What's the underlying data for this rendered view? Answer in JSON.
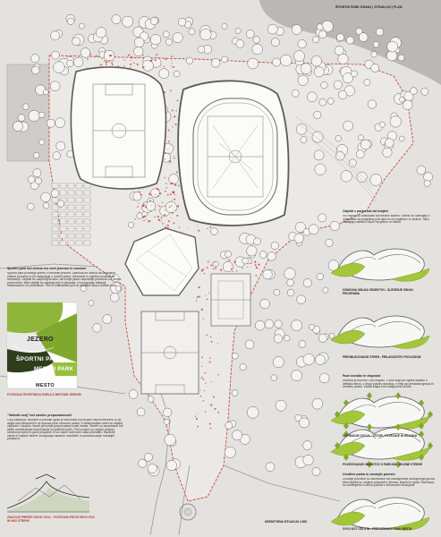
{
  "header": {
    "title": "ŠPORTNI PARK KRANJ  |  STRAN 2/3  |  PLAN"
  },
  "plan": {
    "footer_label": "UREDITVENA SITUACIJA 1:500"
  },
  "inset_map": {
    "labels": [
      "JEZERO",
      "ŠPORTNI PARK",
      "MESTNI PARK",
      "MESTO"
    ],
    "caption": "POVEZAVA ŠPORTNEGA PARKA Z MESTNIM JEDROM"
  },
  "left_text": {
    "heading1": "Sportni park kot zelena vez med jezerom in mestom",
    "body1": "Sportni park povezuje jezero z mestnim jedrom. Zasnova se odziva na obstojece zelene povrsine in jih nadgrajuje z novimi potmi, drevoredi in odprtimi prostori za rekreacijo. Objekti so razporejeni tako, da tvorijo jasno zaporedje prostorov od jezera proti mestu. Med objekti se odpirajo trgi in ploscadi, ki omogocajo zbiranje obiskovalcev ob prireditvah. Peš in kolesarske poti so speljane skozi celoten park.",
    "heading2": "\"Valoviti ovoj\" kot nosilec prepoznavnosti",
    "body2": "Ovoj stadiona, dvorane in pokritih igrisc je zasnovan kot enoten valovit element, ki se dviga nad tribunami in se spusca proti robovom parka. Z oblikovanjem streh so objekti vkljuceni v krajino, hkrati pa tvorijo prepoznaven znak mesta. Strehe so zasnovane kot lahke membranske konstrukcije na jeklenih lokih. Pod ovojem so urejeni dostopi, servisni prostori in javni programi, ki so odprti tudi izven casa prireditev. Razlicne visine in nakloni strehe omogocajo naravno osvetlitev in prezracevanje notranjih prostorov.",
    "section_caption": "ZNACILNI PREREZ SKOZI OVOJ - POVEZAVA PROSTOROV POD IN NAD STREHO"
  },
  "right_text": {
    "heading1": "Objekti v parku kot del krajine",
    "body1": "Vsi objekti so oblikovani kot enoten sistem. Strehe se oblikujejo v odvisnosti od programa pod njimi in od pogledov iz okolice. Tako nastajajo razlicne vizure na jezero in mesto.",
    "diagram_captions": [
      "OSNOVNA OBLIKA OBJEKTOV - SLEDENJE OBLIKI PROGRAMA",
      "PREOBLIKOVANJE STREH - PRILAGODITEV POGLEDOM",
      "ODPIRANJE OVOJA - VSTOPI, POVEZAVE IN KRAJINA",
      "POVEZOVANJE OBJEKTOV S PARKOM - ZELENE STREHE",
      "OVOJ KOT CELOTA - PREPOZNAVNI ZNAK MESTA"
    ],
    "heading2": "Faze izvedbe in etapnost",
    "body2": "Izvedba je mozna v vec etapah. V prvi etapi se zgradi stadion z atletsko stezo, v drugi pokrita dvorana, v tretji pa preostala igrisca in ureditev parka. Vsaka etapa tvori zakljuceno celoto.",
    "heading3": "Ureditev parka in zunanjih povrsin",
    "body3": "Zunanje povrsine so zasnovane kot nadaljevanje obstojecega gozda. Med objekti so urejene ploscadi z drevesi, klopmi in igrali. Parkirisca so ozelenjena in delno pokrita z drevesnimi krosnjami."
  }
}
